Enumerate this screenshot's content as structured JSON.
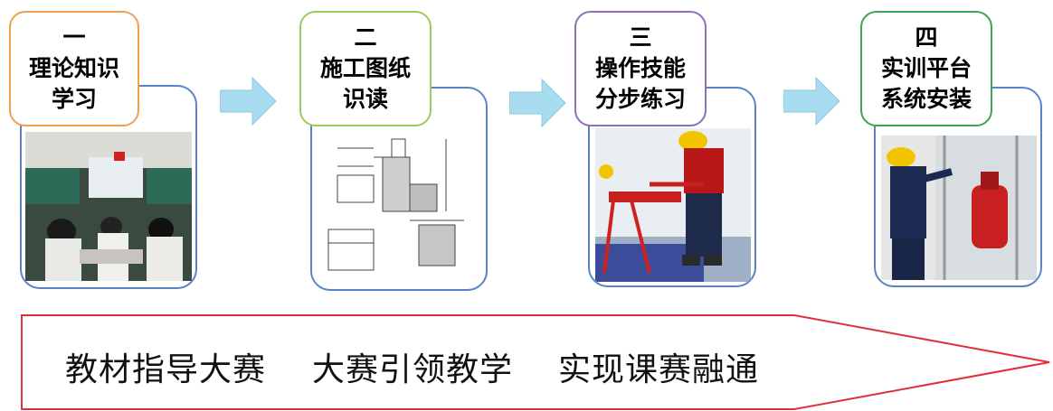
{
  "steps": [
    {
      "num": "一",
      "line1": "理论知识",
      "line2": "学习",
      "color": "#f0a050"
    },
    {
      "num": "二",
      "line1": "施工图纸",
      "line2": "识读",
      "color": "#9ccc5a"
    },
    {
      "num": "三",
      "line1": "操作技能",
      "line2": "分步练习",
      "color": "#8e6fb8"
    },
    {
      "num": "四",
      "line1": "实训平台",
      "line2": "系统安装",
      "color": "#3aa655"
    }
  ],
  "banner": {
    "phrase1": "教材指导大赛",
    "phrase2": "大赛引领教学",
    "phrase3": "实现课赛融通"
  },
  "colors": {
    "frame": "#5b84c4",
    "arrow": "#a8dcef",
    "banner_outline": "#e0303a"
  }
}
